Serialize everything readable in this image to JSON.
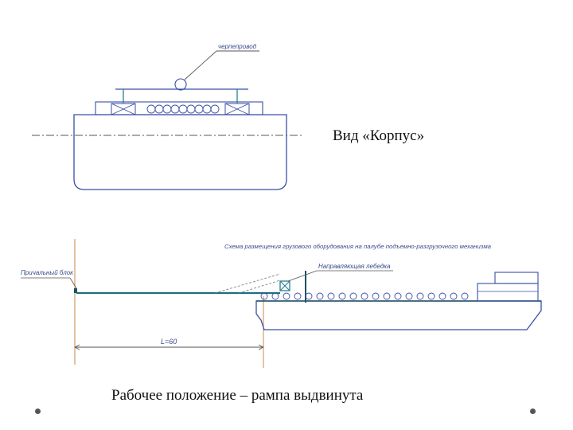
{
  "slide": {
    "view_caption": "Вид «Корпус»",
    "position_caption": "Рабочее положение – рампа выдвинута"
  },
  "top_view": {
    "callout_label": "черпепровод"
  },
  "side_view": {
    "header_note": "Схема размещения грузового оборудования на палубе подъемно-разгрузочного механизма",
    "callout_label": "Направляющая лебедка",
    "berth_label": "Причальный блок",
    "dimension_label": "L=60"
  },
  "colors": {
    "hull_line": "#3a4fa8",
    "ramp_line": "#1f6f80",
    "guide_line": "#c98a4a",
    "marker": "#2a7f8f"
  }
}
